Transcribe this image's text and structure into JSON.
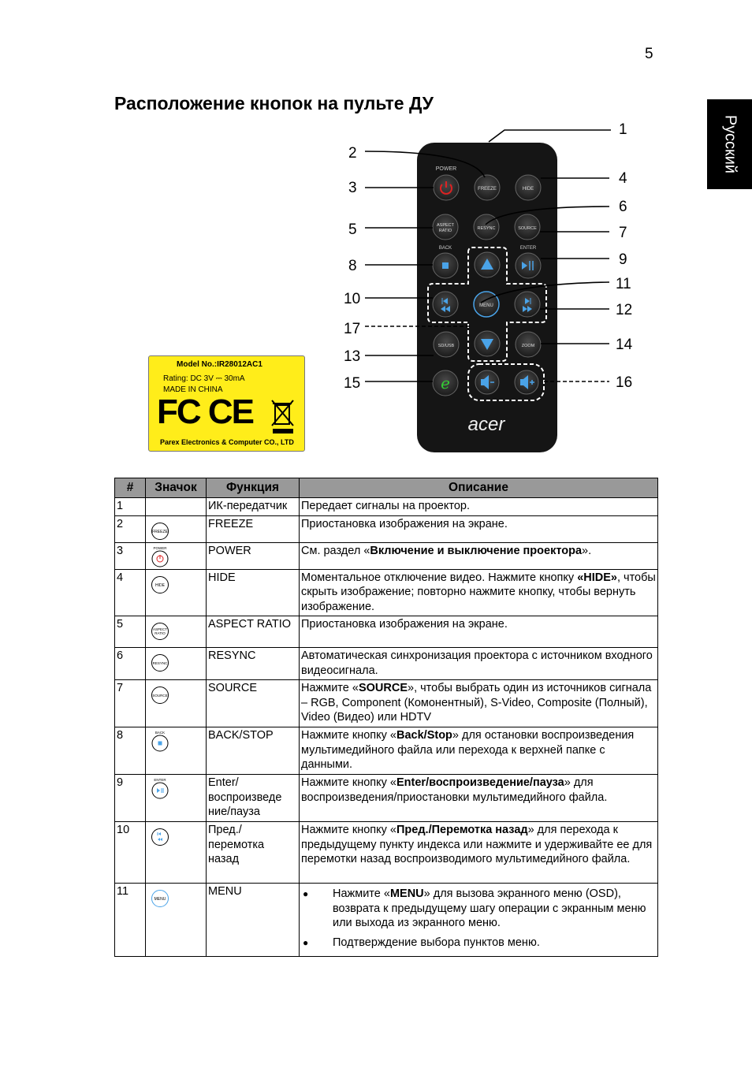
{
  "page": {
    "number": "5",
    "title": "Расположение кнопок на  пульте ДУ",
    "language_tab": "Русский"
  },
  "remote": {
    "callouts": [
      "1",
      "2",
      "3",
      "4",
      "5",
      "6",
      "7",
      "8",
      "9",
      "10",
      "11",
      "12",
      "13",
      "14",
      "15",
      "16",
      "17"
    ],
    "buttons": {
      "power_caption": "POWER",
      "freeze": "FREEZE",
      "hide": "HIDE",
      "aspect_1": "ASPECT",
      "aspect_2": "RATIO",
      "resync": "RESYNC",
      "source": "SOURCE",
      "back_caption": "BACK",
      "enter_caption": "ENTER",
      "menu": "MENU",
      "sd_usb": "SD/USB",
      "zoom": "ZOOM",
      "brand": "acer"
    }
  },
  "label": {
    "model": "Model No.:IR28012AC1",
    "rating": "Rating: DC 3V ⎓ 30mA",
    "origin": "MADE IN CHINA",
    "marks": "FC CE",
    "maker": "Parex Electronics & Computer CO., LTD"
  },
  "table": {
    "headers": {
      "num": "#",
      "icon": "Значок",
      "function": "Функция",
      "description": "Описание"
    },
    "rows": [
      {
        "num": "1",
        "function": "ИК-передатчик",
        "desc": "Передает сигналы на проектор."
      },
      {
        "num": "2",
        "function": "FREEZE",
        "desc": "Приостановка изображения на экране."
      },
      {
        "num": "3",
        "function": "POWER",
        "desc_pre": "См. раздел «",
        "desc_bold": "Включение и выключение проектора",
        "desc_post": "»."
      },
      {
        "num": "4",
        "function": "HIDE",
        "desc_pre": "Моментальное отключение видео. Нажмите кнопку ",
        "desc_bold": "«HIDE»",
        "desc_post": ", чтобы скрыть изображение; повторно нажмите кнопку, чтобы вернуть изображение."
      },
      {
        "num": "5",
        "function": "ASPECT RATIO",
        "desc": "Приостановка изображения на экране."
      },
      {
        "num": "6",
        "function": "RESYNC",
        "desc": "Автоматическая синхронизация проектора с источником входного видеосигнала."
      },
      {
        "num": "7",
        "function": "SOURCE",
        "desc_pre": "Нажмите «",
        "desc_bold": "SOURCE",
        "desc_post": "», чтобы выбрать один из источников сигнала – RGB, Component (Комонентный), S-Video, Composite (Полный), Video (Видео) или HDTV"
      },
      {
        "num": "8",
        "function": "BACK/STOP",
        "desc_pre": "Нажмите кнопку «",
        "desc_bold": "Back/Stop",
        "desc_post": "» для остановки воспроизведения мультимедийного файла или перехода  к верхней папке с данными."
      },
      {
        "num": "9",
        "function": "Enter/ воспроизведе ние/пауза",
        "desc_pre": "Нажмите кнопку «",
        "desc_bold": "Enter/воспроизведение/пауза",
        "desc_post": "» для воспроизведения/приостановки мультимедийного файла."
      },
      {
        "num": "10",
        "function": "Пред./ перемотка назад",
        "desc_pre": "Нажмите кнопку «",
        "desc_bold": "Пред./Перемотка назад",
        "desc_post": "» для перехода к предыдущему пункту индекса или нажмите и удерживайте ее для перемотки назад воспроизводимого мультимедийного файла."
      },
      {
        "num": "11",
        "function": "MENU",
        "b1_pre": "Нажмите «",
        "b1_bold": "MENU",
        "b1_post": "» для вызова экранного меню (OSD), возврата к предыдущему шагу операции с экранным меню или выхода из экранного меню.",
        "b2": "Подтверждение выбора пунктов меню."
      }
    ]
  },
  "colors": {
    "accent_blue": "#2a6fd6",
    "power_red": "#d22",
    "label_yellow": "#ffed1a",
    "header_gray": "#999999"
  }
}
